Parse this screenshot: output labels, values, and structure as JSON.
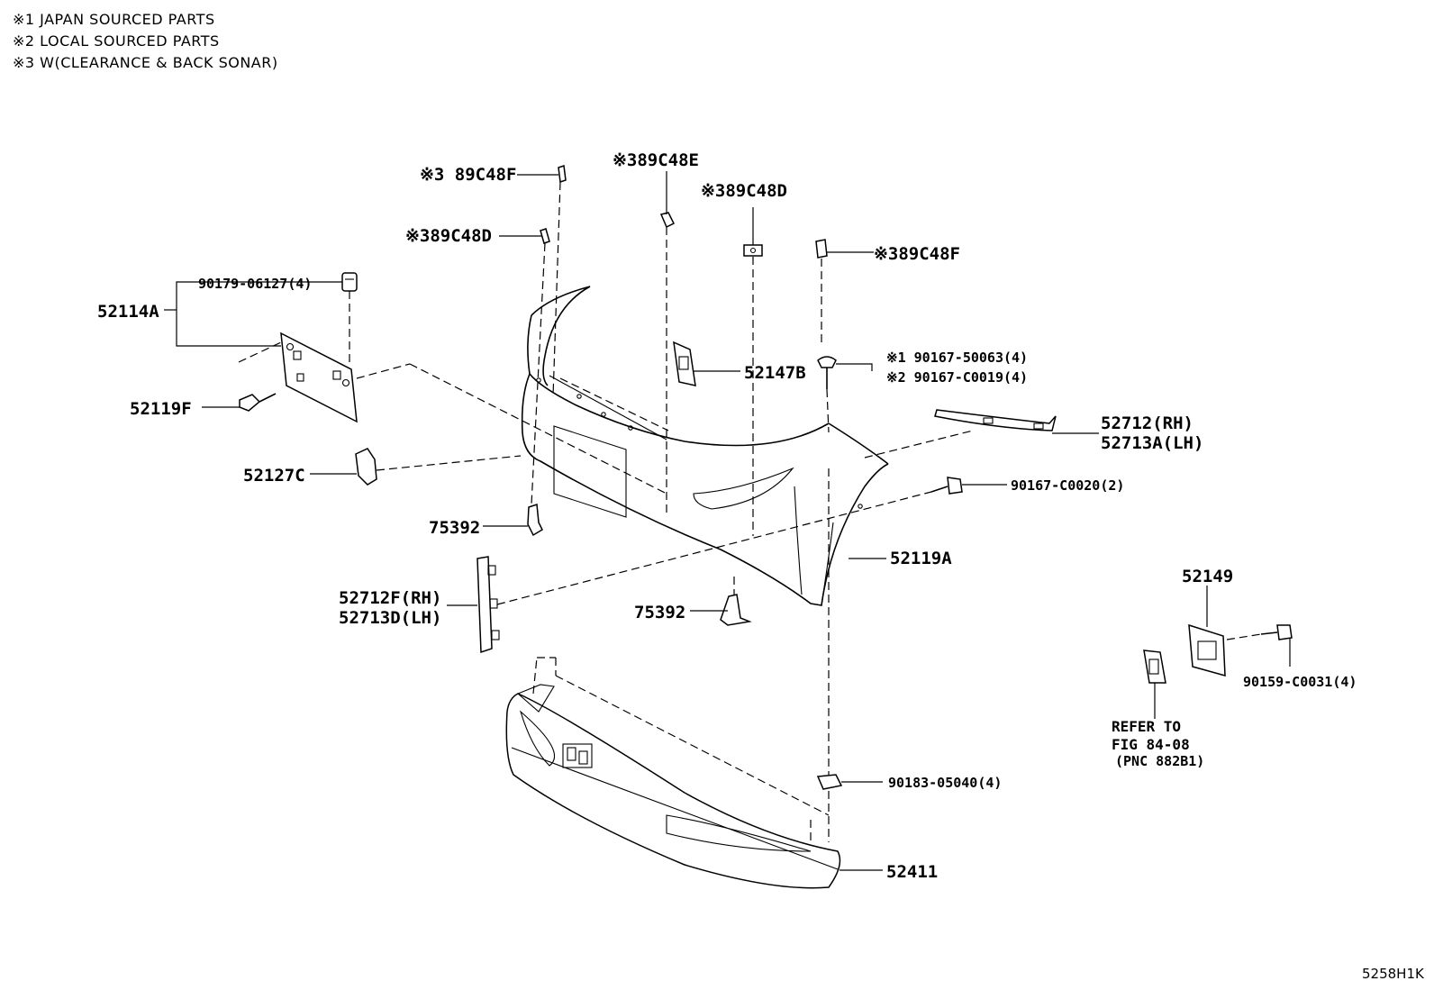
{
  "notes": [
    "※1 JAPAN SOURCED PARTS",
    "※2 LOCAL SOURCED PARTS",
    "※3 W(CLEARANCE &  BACK SONAR)"
  ],
  "labels": {
    "l_89c48f_a": "※3 89C48F",
    "l_89c48e": "※389C48E",
    "l_89c48d_a": "※389C48D",
    "l_89c48d_b": "※389C48D",
    "l_89c48f_b": "※389C48F",
    "l_90179": "90179-06127(4)",
    "l_52114a": "52114A",
    "l_52147b": "52147B",
    "l_90167_50063": "※1 90167-50063(4)",
    "l_90167_c0019": "※2 90167-C0019(4)",
    "l_52119f": "52119F",
    "l_52712rh": "52712(RH)",
    "l_52713alh": "52713A(LH)",
    "l_52127c": "52127C",
    "l_90167_c0020": "90167-C0020(2)",
    "l_75392_a": "75392",
    "l_52119a": "52119A",
    "l_52149": "52149",
    "l_52712frh": "52712F(RH)",
    "l_52713dlh": "52713D(LH)",
    "l_75392_b": "75392",
    "l_90159": "90159-C0031(4)",
    "l_refer1": "REFER TO",
    "l_refer2": "FIG 84-08",
    "l_refer3": "(PNC 882B1)",
    "l_90183": "90183-05040(4)",
    "l_52411": "52411"
  },
  "figure_code": "5258H1K"
}
